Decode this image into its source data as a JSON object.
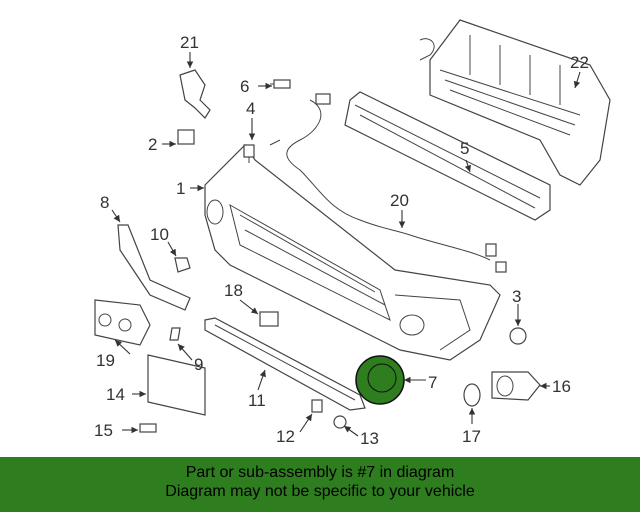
{
  "callouts": {
    "c1": "1",
    "c2": "2",
    "c3": "3",
    "c4": "4",
    "c5": "5",
    "c6": "6",
    "c7": "7",
    "c8": "8",
    "c9": "9",
    "c10": "10",
    "c11": "11",
    "c12": "12",
    "c13": "13",
    "c14": "14",
    "c15": "15",
    "c16": "16",
    "c17": "17",
    "c18": "18",
    "c19": "19",
    "c20": "20",
    "c21": "21",
    "c22": "22"
  },
  "highlighted_part": "7",
  "highlight_color": "#2e7d1e",
  "banner": {
    "line1": "Part or sub-assembly is #7 in diagram",
    "line2": "Diagram may not be specific to your vehicle",
    "background": "#2e7d1e"
  }
}
